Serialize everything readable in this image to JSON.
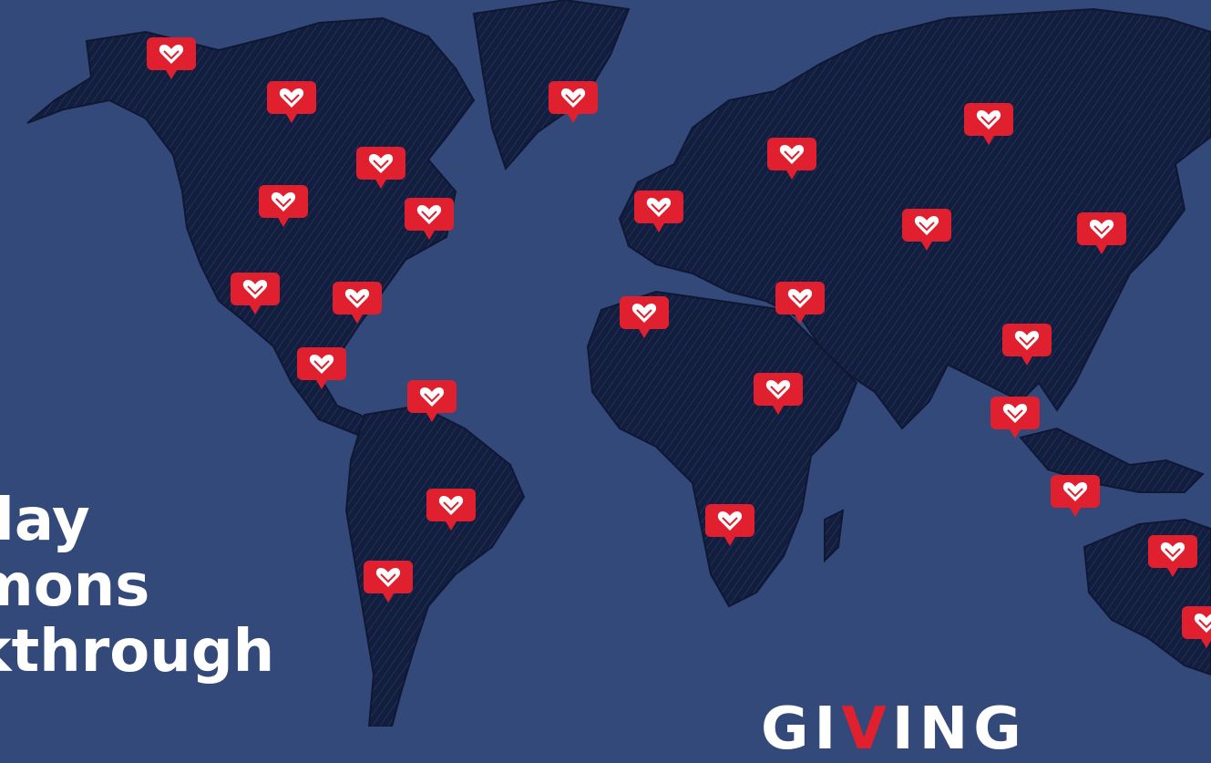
{
  "headline": {
    "lines": [
      "day",
      "mons",
      "kthrough"
    ]
  },
  "brand": {
    "pre": "GI",
    "accent_char": "V",
    "post": "ING"
  },
  "colors": {
    "ocean": "#33497a",
    "land": "#131d3d",
    "pin": "#e0202e",
    "pin_icon": "#ffffff",
    "text": "#ffffff"
  },
  "pins": {
    "icon": "heart-pin-icon",
    "locations": [
      "alaska",
      "canada-north",
      "hudson-bay",
      "canada-west",
      "quebec",
      "usa-west",
      "usa-east",
      "mexico",
      "venezuela",
      "brazil",
      "chile",
      "greenland",
      "uk",
      "russia-west",
      "russia-east",
      "kazakhstan",
      "china-north",
      "spain-morocco",
      "turkey",
      "sudan",
      "angola",
      "india",
      "thailand",
      "indonesia",
      "australia-north",
      "australia-east"
    ]
  }
}
